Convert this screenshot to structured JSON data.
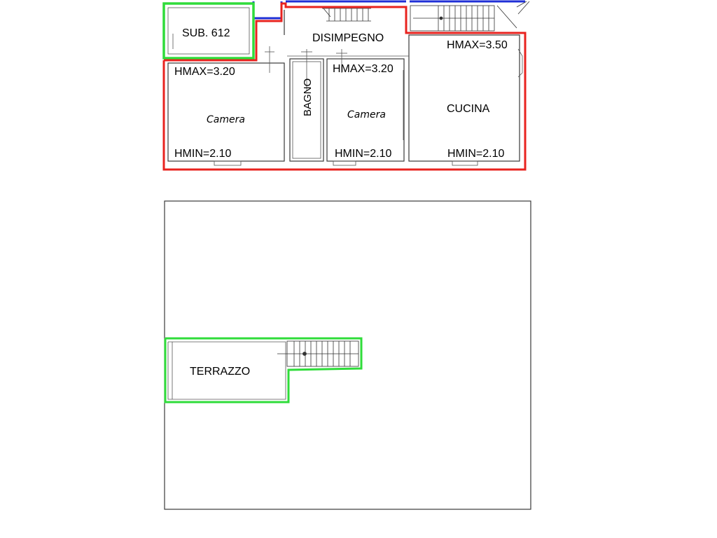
{
  "upper_floor": {
    "rooms": {
      "sub612": "SUB. 612",
      "disimpegno": "DISIMPEGNO",
      "camera_left": "Camera",
      "bagno": "BAGNO",
      "camera_right": "Camera",
      "cucina": "CUCINA"
    },
    "heights": {
      "hmax_camera_left": "HMAX=3.20",
      "hmin_camera_left": "HMIN=2.10",
      "hmax_camera_right": "HMAX=3.20",
      "hmin_camera_right": "HMIN=2.10",
      "hmax_cucina": "HMAX=3.50",
      "hmin_cucina": "HMIN=2.10"
    }
  },
  "lower_floor": {
    "rooms": {
      "terrazzo": "TERRAZZO"
    }
  },
  "colors": {
    "unit_boundary": "#e8231f",
    "sub612_boundary": "#2fdc3a",
    "terrazzo_boundary": "#2fdc3a",
    "adjacent_boundary": "#1f2fd6",
    "walls": "#3a3a3a"
  }
}
